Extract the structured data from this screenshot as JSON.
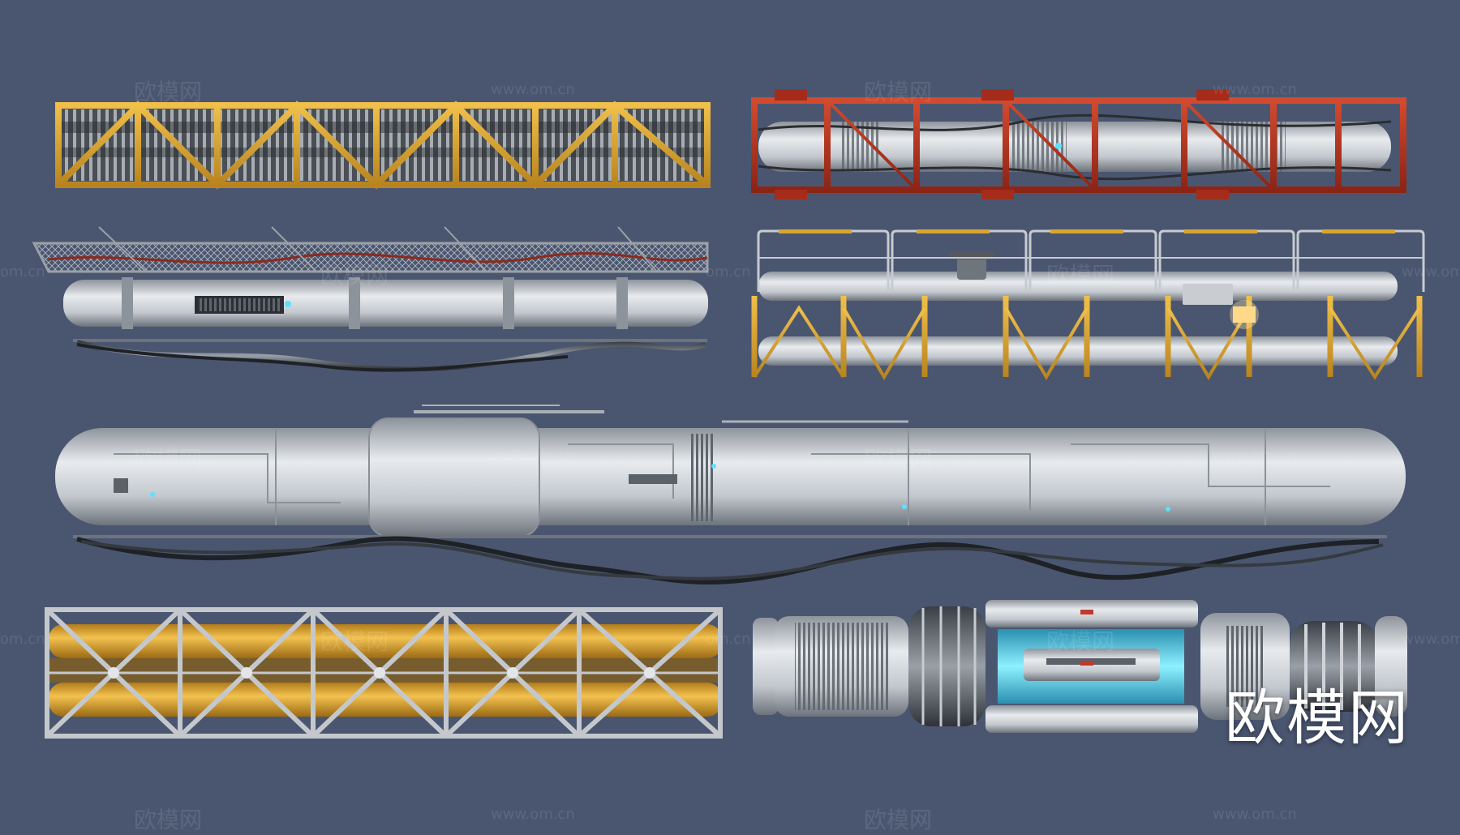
{
  "watermarks": {
    "brand": "欧模网",
    "url": "www.om.cn",
    "edge_url": "om.cn"
  },
  "logo_text": "欧模网",
  "colors": {
    "background": "#4a5670",
    "yellow": "#d9a531",
    "red": "#b5331f",
    "metal": "#c9cdd2",
    "metal_dark": "#7c828a",
    "glow": "#5ee0ff",
    "cable": "#1e2226"
  },
  "modules": [
    {
      "name": "yellow-truss-cable-bundle"
    },
    {
      "name": "red-frame-pipe-assembly"
    },
    {
      "name": "mesh-roof-pipe-with-cables"
    },
    {
      "name": "yellow-walkway-pipe-rack"
    },
    {
      "name": "long-white-sci-fi-cylinder"
    },
    {
      "name": "yellow-tank-cage"
    },
    {
      "name": "glowing-core-reactor-segment"
    }
  ]
}
